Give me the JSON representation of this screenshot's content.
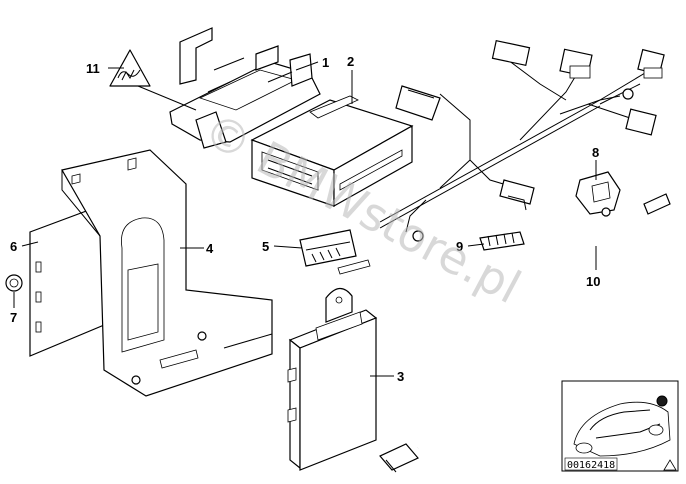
{
  "callouts": [
    {
      "id": "1",
      "label": "1"
    },
    {
      "id": "2",
      "label": "2"
    },
    {
      "id": "3",
      "label": "3"
    },
    {
      "id": "4",
      "label": "4"
    },
    {
      "id": "5",
      "label": "5"
    },
    {
      "id": "6",
      "label": "6"
    },
    {
      "id": "7",
      "label": "7"
    },
    {
      "id": "8",
      "label": "8"
    },
    {
      "id": "9",
      "label": "9"
    },
    {
      "id": "10",
      "label": "10"
    },
    {
      "id": "11",
      "label": "11"
    }
  ],
  "watermark": "© BMWstore.pl",
  "thumbnail": {
    "reference_number": "00162418"
  },
  "icons": [
    "warning-triangle-icon",
    "esd-warning-icon",
    "location-dot-icon"
  ],
  "colors": {
    "line": "#000000",
    "watermark": "#b8b8b8",
    "background": "#ffffff"
  }
}
